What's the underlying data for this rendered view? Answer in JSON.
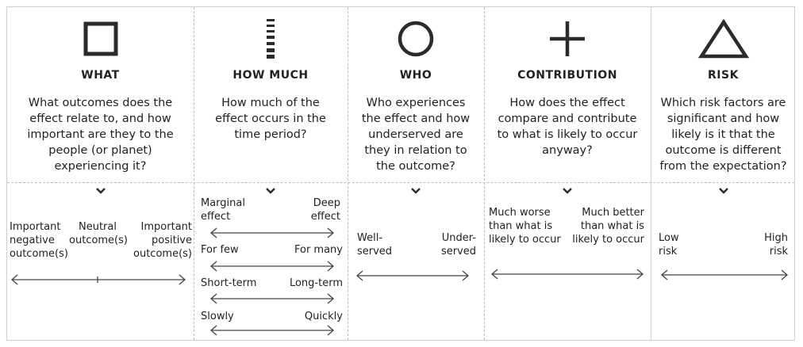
{
  "columns": [
    {
      "icon": "square-icon",
      "heading": "WHAT",
      "question": "What outcomes does the effect relate to, and how important are they to the people (or planet) experiencing it?",
      "scale": {
        "left": "Important negative outcome(s)",
        "middle": "Neutral outcome(s)",
        "right": "Important positive outcome(s)"
      }
    },
    {
      "icon": "bars-icon",
      "heading": "HOW MUCH",
      "question": "How much of the effect occurs in the time period?",
      "scales": [
        {
          "left": "Marginal effect",
          "right": "Deep effect"
        },
        {
          "left": "For few",
          "right": "For many"
        },
        {
          "left": "Short-term",
          "right": "Long-term"
        },
        {
          "left": "Slowly",
          "right": "Quickly"
        }
      ]
    },
    {
      "icon": "circle-icon",
      "heading": "WHO",
      "question": "Who experiences the effect and how underserved are they in relation to the outcome?",
      "scale": {
        "left": "Well-served",
        "right": "Under-served"
      }
    },
    {
      "icon": "plus-icon",
      "heading": "CONTRIBUTION",
      "question": "How does the effect compare and contribute to what is likely to occur anyway?",
      "scale": {
        "left": "Much worse than what is likely to occur",
        "right": "Much better than what is likely to occur"
      }
    },
    {
      "icon": "triangle-icon",
      "heading": "RISK",
      "question": "Which risk factors are significant and how likely is it that the outcome is different from the expectation?",
      "scale": {
        "left": "Low risk",
        "right": "High risk"
      }
    }
  ],
  "colors": {
    "icon": "#2b2b2b",
    "border": "#cfcfcf",
    "text": "#222222"
  }
}
